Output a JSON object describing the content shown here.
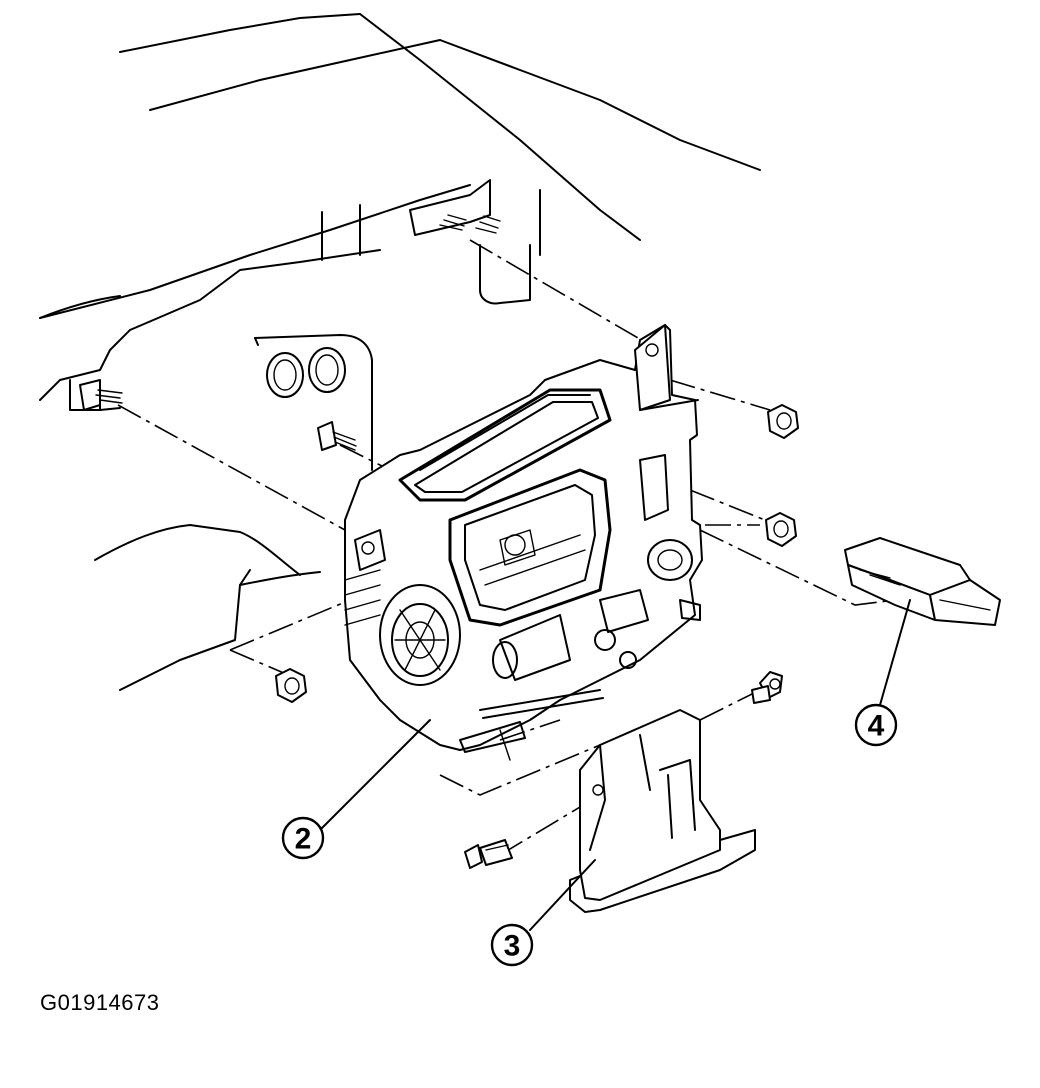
{
  "figure_id": "G01914673",
  "callouts": [
    {
      "id": "2",
      "label": "2"
    },
    {
      "id": "3",
      "label": "3"
    },
    {
      "id": "4",
      "label": "4"
    }
  ],
  "colors": {
    "line": "#000000",
    "background": "#ffffff"
  }
}
